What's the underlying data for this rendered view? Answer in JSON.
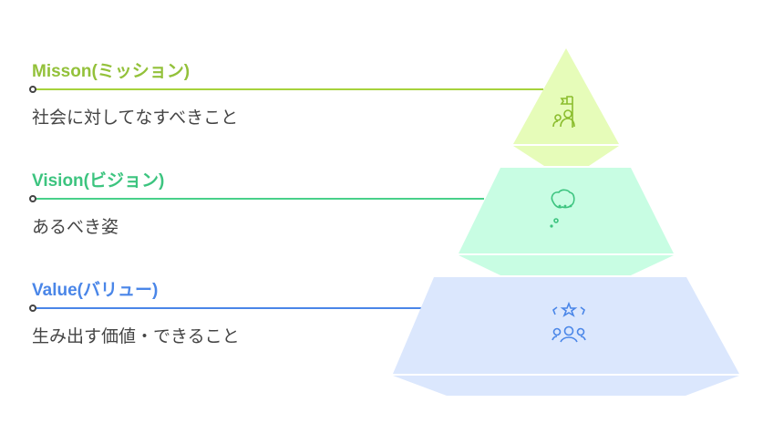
{
  "levels": [
    {
      "title": "Misson(ミッション)",
      "description": "社会に対してなすべきこと",
      "color": "#93c13a",
      "line_color": "#a6d23c",
      "fill": "#e6fcb9",
      "icon": "team-flag-icon"
    },
    {
      "title": "Vision(ビジョン)",
      "description": "あるべき姿",
      "color": "#3cc47f",
      "line_color": "#48d08a",
      "fill": "#c8fde3",
      "icon": "thought-bubble-icon"
    },
    {
      "title": "Value(バリュー)",
      "description": "生み出す価値・できること",
      "color": "#4a86e8",
      "line_color": "#4a86e8",
      "fill": "#dbe7fd",
      "icon": "stars-people-icon"
    }
  ]
}
